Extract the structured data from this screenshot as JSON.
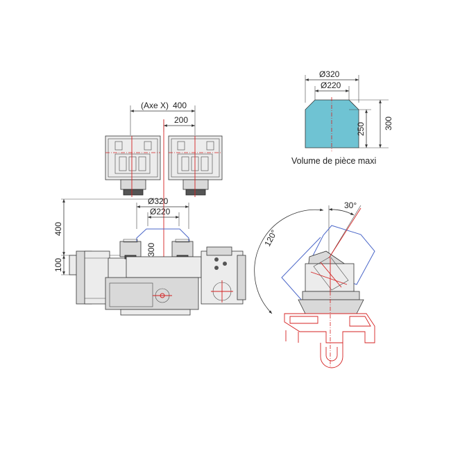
{
  "colors": {
    "centerline": "#d42020",
    "work_envelope": "#4a66c8",
    "volume_fill": "#6fc3d3",
    "machine": "#d9d9d9"
  },
  "top_views": {
    "axis_label": "(Axe X)",
    "travel_x": "400",
    "offset": "200"
  },
  "side_view": {
    "dia_outer": "Ø320",
    "dia_inner": "Ø220",
    "height_envelope": "300",
    "height_400": "400",
    "height_100": "100"
  },
  "volume": {
    "dia_outer": "Ø320",
    "dia_inner": "Ø220",
    "height_part": "250",
    "height_total": "300",
    "caption": "Volume de pièce maxi"
  },
  "tilt_view": {
    "angle_tilt": "30°",
    "angle_swing": "120°"
  }
}
